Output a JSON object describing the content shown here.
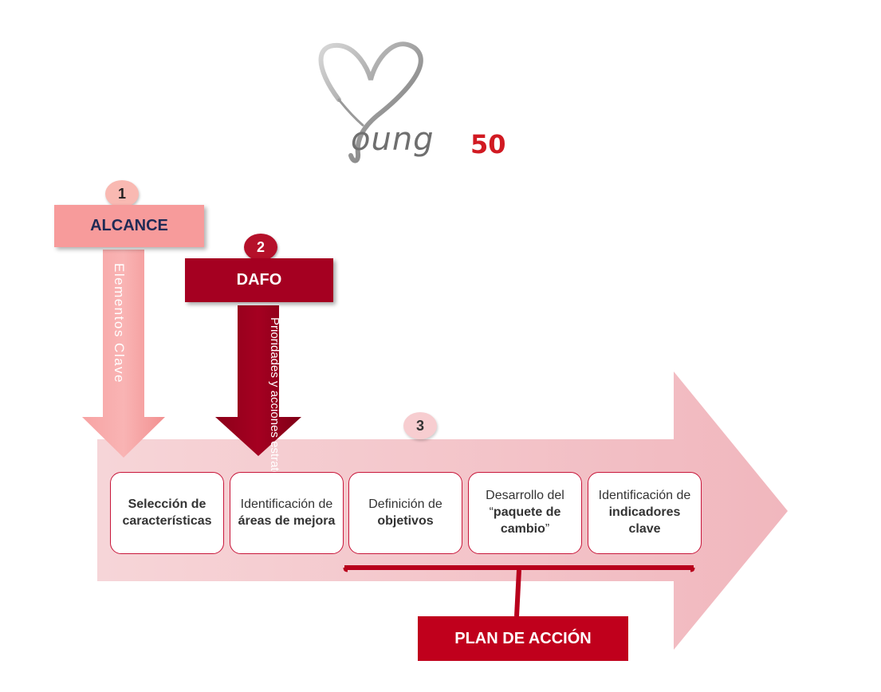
{
  "logo": {
    "word": "oung",
    "number": "50"
  },
  "step1": {
    "number": "1",
    "title": "ALCANCE",
    "arrow_label": "Elementos Clave"
  },
  "step2": {
    "number": "2",
    "title": "DAFO",
    "arrow_label": "Prioridades y acciones estratégicas"
  },
  "step3": {
    "number": "3"
  },
  "stages": [
    {
      "line1": "",
      "bold": "Selección de características",
      "after": ""
    },
    {
      "line1": "Identificación de",
      "bold": "áreas de mejora",
      "after": ""
    },
    {
      "line1": "Definición de",
      "bold": "objetivos",
      "after": ""
    },
    {
      "line1": "Desarrollo del “",
      "bold": "paquete de cambio",
      "after": "”"
    },
    {
      "line1": "Identificación de",
      "bold": "indicadores clave",
      "after": ""
    }
  ],
  "plan": {
    "label": "PLAN DE ACCIÓN"
  },
  "colors": {
    "arrow_pink": "#f4c6cb",
    "dark_red": "#a50021",
    "salmon": "#f79b9b",
    "plan_red": "#c0001c"
  }
}
